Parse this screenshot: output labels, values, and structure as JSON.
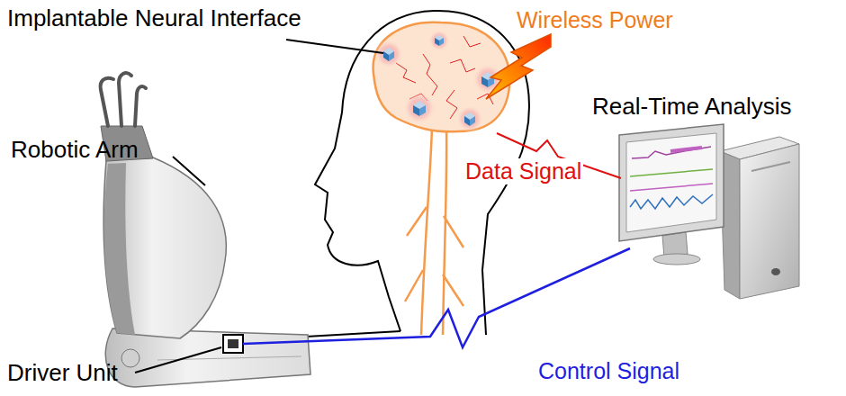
{
  "diagram": {
    "labels": [
      "Implantable Neural Interface",
      "Wireless Power",
      "Robotic Arm",
      "Real-Time Analysis",
      "Data Signal",
      "Driver Unit",
      "Control Signal"
    ]
  }
}
